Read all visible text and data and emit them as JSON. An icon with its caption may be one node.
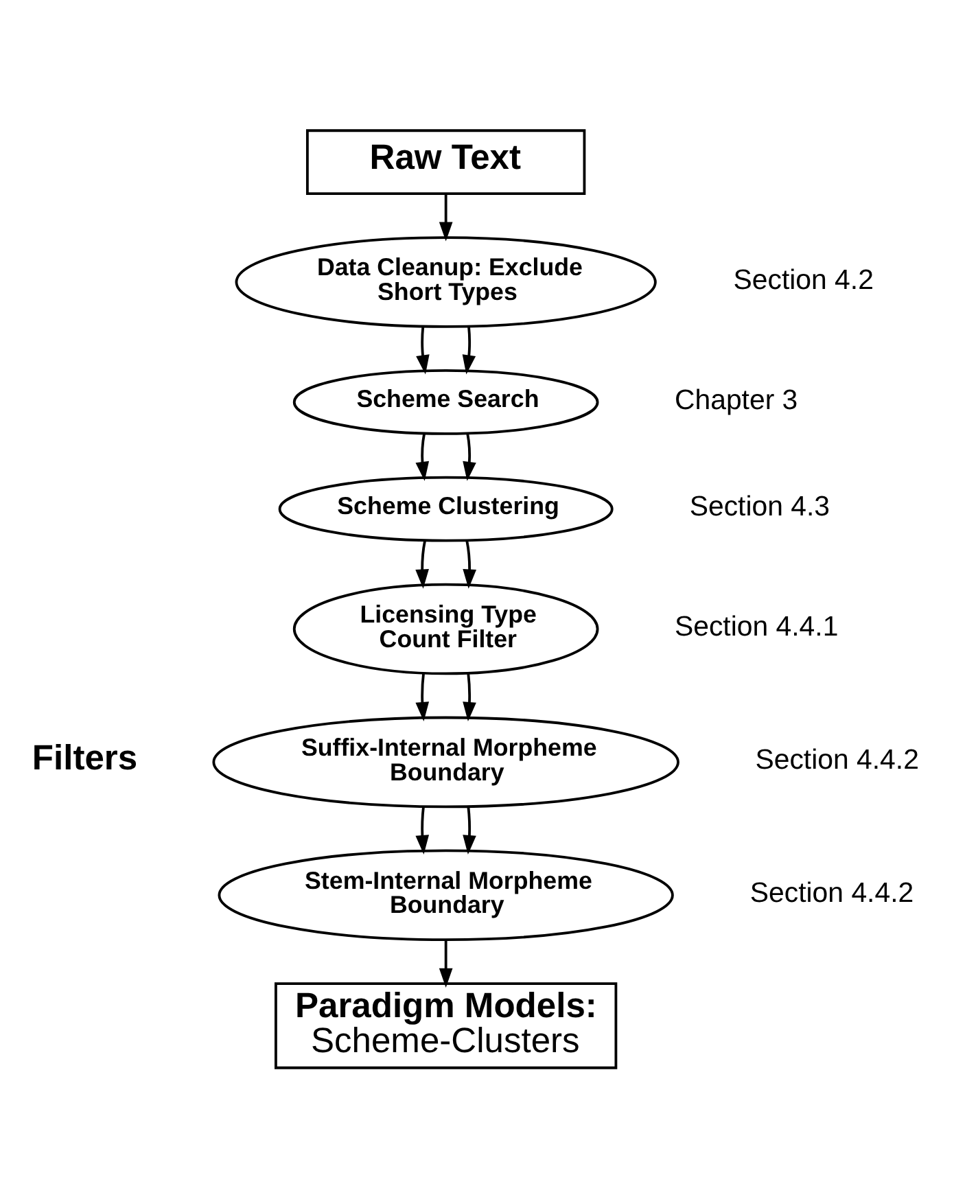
{
  "diagram": {
    "nodes": [
      {
        "text": [
          "Raw Text"
        ]
      },
      {
        "text": [
          "Data Cleanup: Exclude Short Types"
        ],
        "beside": [
          "Section 4.2"
        ]
      },
      {
        "text": [
          "Scheme Search"
        ],
        "beside": [
          "Chapter 3"
        ]
      },
      {
        "text": [
          "Scheme Clustering"
        ],
        "beside": [
          "Section 4.3"
        ]
      },
      {
        "text": [
          "Licensing Type Count Filter"
        ],
        "beside": [
          "Section 4.4.1"
        ]
      },
      {
        "text": [
          "Suffix-Internal Morpheme Boundary"
        ],
        "beside": [
          "Section 4.4.2"
        ]
      },
      {
        "text": [
          "Stem-Internal Morpheme Boundary"
        ],
        "beside": [
          "Section 4.4.2"
        ]
      },
      {
        "text": [
          "Paradigm Models:",
          "Scheme-Clusters"
        ]
      }
    ],
    "edges": [
      {
        "from": 0,
        "to": 1,
        "arrow": "to"
      },
      {
        "from": 1,
        "to": 2,
        "arrow": "to"
      },
      {
        "from": 1,
        "to": 2,
        "arrow": "to"
      },
      {
        "from": 2,
        "to": 3,
        "arrow": "to"
      },
      {
        "from": 2,
        "to": 3,
        "arrow": "to"
      },
      {
        "from": 3,
        "to": 4,
        "arrow": "to"
      },
      {
        "from": 3,
        "to": 4,
        "arrow": "to"
      },
      {
        "from": 4,
        "to": 5,
        "arrow": "to"
      },
      {
        "from": 4,
        "to": 5,
        "arrow": "to"
      },
      {
        "from": 5,
        "to": 6,
        "arrow": "to"
      },
      {
        "from": 5,
        "to": 6,
        "arrow": "to"
      },
      {
        "from": 6,
        "to": 7,
        "arrow": "to"
      }
    ],
    "labels": [
      "Filters"
    ]
  }
}
